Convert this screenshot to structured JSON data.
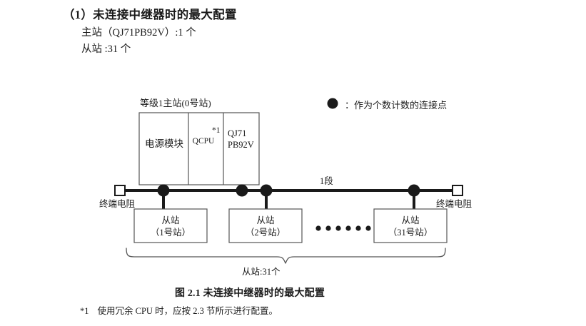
{
  "section": {
    "title": "（1）未连接中继器时的最大配置",
    "specs": [
      "主站（QJ71PB92V）:1 个",
      "从站 :31 个"
    ]
  },
  "diagram": {
    "rack_caption": "等级1主站(0号站)",
    "legend": {
      "marker": "filled-circle",
      "text": "：作为个数计数的连接点"
    },
    "rack_cells": {
      "power": "电源模块",
      "cpu": "QCPU",
      "cpu_footnote_mark": "*1",
      "network_line1": "QJ71",
      "network_line2": "PB92V"
    },
    "segment_label": "1段",
    "terminator_left": "终端电阻",
    "terminator_right": "终端电阻",
    "slaves": [
      {
        "name": "从站",
        "station": "（1号站）"
      },
      {
        "name": "从站",
        "station": "（2号站）"
      },
      {
        "name": "从站",
        "station": "（31号站）"
      }
    ],
    "ellipsis_dot_count": 6,
    "brace_label": "从站:31个",
    "colors": {
      "line": "#1a1a1a",
      "box_border": "#555555",
      "text": "#1a1a1a",
      "background": "#ffffff"
    }
  },
  "figure": {
    "caption": "图 2.1  未连接中继器时的最大配置"
  },
  "footnote": {
    "mark": "*1",
    "text": "使用冗余 CPU 时，应按 2.3 节所示进行配置。"
  }
}
